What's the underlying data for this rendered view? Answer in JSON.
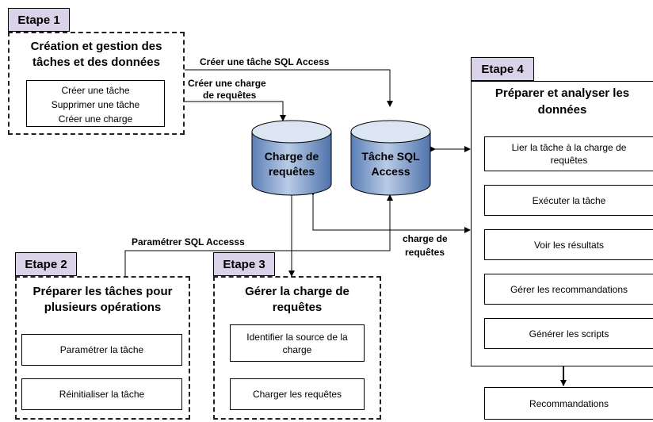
{
  "stage1": {
    "tag": "Etape 1",
    "title_lines": [
      "Création et gestion des",
      "tâches et des données"
    ],
    "items": [
      "Créer une tâche",
      "Supprimer une tâche",
      "Créer une charge"
    ]
  },
  "stage2": {
    "tag": "Etape 2",
    "title_lines": [
      "Préparer les tâches pour",
      "plusieurs opérations"
    ],
    "items": [
      "Paramétrer la tâche",
      "Réinitialiser la tâche"
    ]
  },
  "stage3": {
    "tag": "Etape 3",
    "title_lines": [
      "Gérer la charge de",
      "requêtes"
    ],
    "items": [
      "Identifier la source de la charge",
      "Charger les requêtes"
    ]
  },
  "stage4": {
    "tag": "Etape 4",
    "title_lines": [
      "Préparer et analyser les",
      "données"
    ],
    "items": [
      "Lier la tâche à la charge de requêtes",
      "Exécuter la tâche",
      "Voir les résultats",
      "Gérer les recommandations",
      "Générer les scripts"
    ],
    "output": "Recommandations"
  },
  "databases": {
    "charge": [
      "Charge de",
      "requêtes"
    ],
    "tache": [
      "Tâche SQL",
      "Access"
    ]
  },
  "labels": {
    "creer_tache_sql": "Créer une tâche SQL Access",
    "creer_charge_1": "Créer une charge",
    "creer_charge_2": "de requêtes",
    "parametrer": "Paramétrer SQL Accesss",
    "charge_req_1": "charge de",
    "charge_req_2": "requêtes"
  },
  "colors": {
    "tag_fill": "#d9d2e9",
    "db_top": "#dce6f2",
    "db_body": "#7e9cc8"
  }
}
